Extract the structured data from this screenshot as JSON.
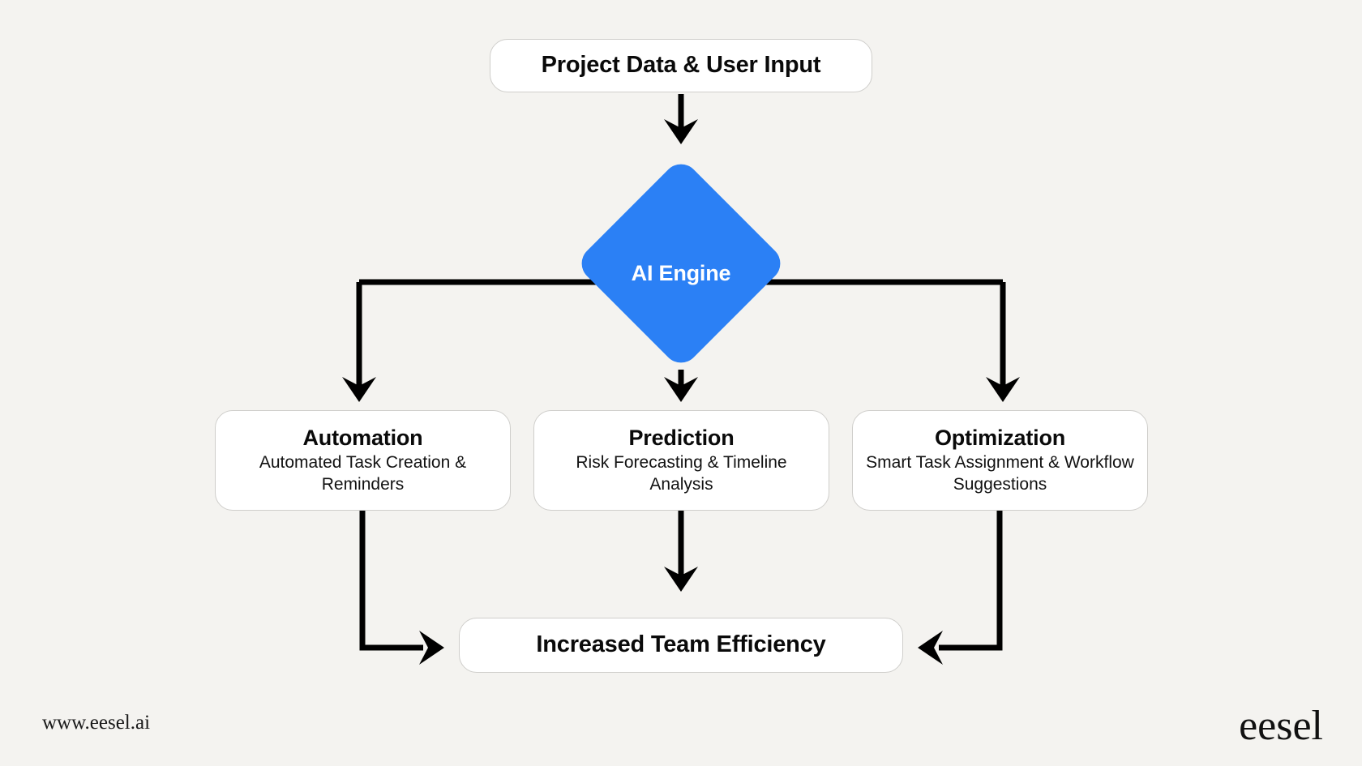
{
  "meta": {
    "background_color": "#f4f3f0",
    "accent_color": "#2b80f5",
    "line_color": "#000000",
    "box_fill": "#ffffff",
    "box_border": "#cfcecb"
  },
  "diagram": {
    "type": "flowchart",
    "nodes": {
      "input": {
        "label": "Project Data & User Input",
        "shape": "rounded-rectangle"
      },
      "engine": {
        "label": "AI Engine",
        "shape": "diamond",
        "fill": "#2b80f5",
        "text_color": "#ffffff"
      },
      "automation": {
        "title": "Automation",
        "subtitle": "Automated Task Creation & Reminders",
        "shape": "rounded-rectangle"
      },
      "prediction": {
        "title": "Prediction",
        "subtitle": "Risk Forecasting & Timeline Analysis",
        "shape": "rounded-rectangle"
      },
      "optimization": {
        "title": "Optimization",
        "subtitle": "Smart Task Assignment & Workflow Suggestions",
        "shape": "rounded-rectangle"
      },
      "outcome": {
        "label": "Increased Team Efficiency",
        "shape": "rounded-rectangle"
      }
    },
    "edges": [
      {
        "from": "input",
        "to": "engine",
        "direction": "down"
      },
      {
        "from": "engine",
        "to": "automation",
        "direction": "down-left"
      },
      {
        "from": "engine",
        "to": "prediction",
        "direction": "down"
      },
      {
        "from": "engine",
        "to": "optimization",
        "direction": "down-right"
      },
      {
        "from": "automation",
        "to": "outcome",
        "direction": "down-then-right"
      },
      {
        "from": "prediction",
        "to": "outcome",
        "direction": "down"
      },
      {
        "from": "optimization",
        "to": "outcome",
        "direction": "down-then-left"
      }
    ]
  },
  "footer": {
    "url": "www.eesel.ai",
    "logo": "eesel"
  }
}
